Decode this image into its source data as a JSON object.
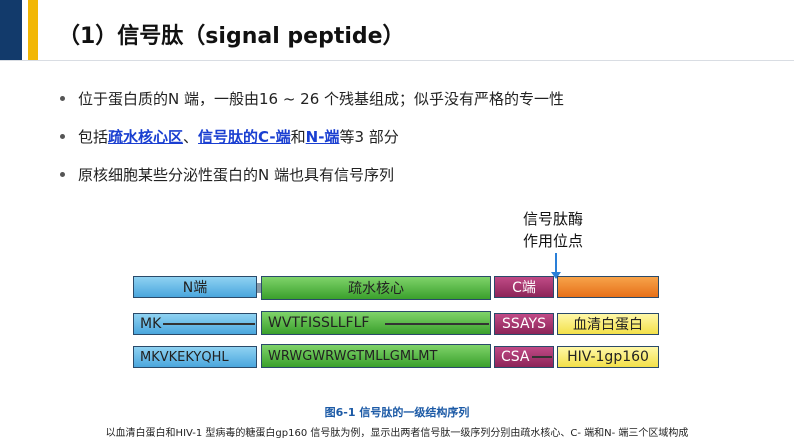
{
  "title": "（1）信号肽（signal peptide）",
  "bullets": {
    "b1": "位于蛋白质的N 端，一般由16 ~ 26 个残基组成；似乎没有严格的专一性",
    "b2_prefix": "包括",
    "b2_link1": "疏水核心区",
    "b2_sep": "、",
    "b2_link2": "信号肽的C-端",
    "b2_and": "和",
    "b2_link3": "N-端",
    "b2_suffix": "等3 部分",
    "b3": "原核细胞某些分泌性蛋白的N 端也具有信号序列"
  },
  "diagram": {
    "cleavage_label_line1": "信号肽酶",
    "cleavage_label_line2": "作用位点",
    "row1": {
      "n": "N端",
      "core": "疏水核心",
      "c": "C端",
      "rest": ""
    },
    "row2": {
      "n": "MK",
      "core": "WVTFISSLLFLF",
      "c": "SSAYS",
      "protein": "血清白蛋白"
    },
    "row3": {
      "n": "MKVKEKYQHL",
      "core": "WRWGWRWGTMLLGMLMT",
      "c": "CSA",
      "protein": "HIV-1gp160"
    }
  },
  "figure_title": "图6-1 信号肽的一级结构序列",
  "figure_caption": "以血清白蛋白和HIV-1 型病毒的糖蛋白gp160 信号肽为例，显示出两者信号肽一级序列分别由疏水核心、C- 端和N- 端三个区域构成",
  "colors": {
    "navy": "#123a6b",
    "gold": "#f2b705",
    "link": "#1a3fd1",
    "n_region": "#6cc0ea",
    "core": "#4fb33d",
    "c_region": "#a83570",
    "mature": "#f08a2c",
    "protein": "#f7e86a",
    "arrow": "#2a7fd8",
    "caption_title": "#1c5aa6"
  }
}
